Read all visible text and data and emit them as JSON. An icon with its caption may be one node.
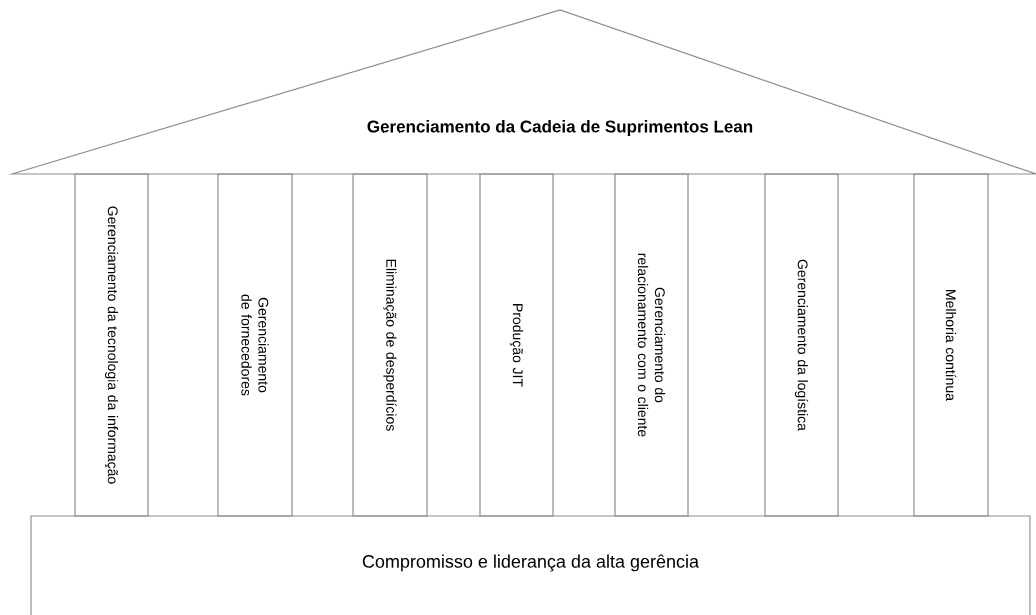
{
  "diagram": {
    "nodes": [
      {
        "text": [
          "Gerenciamento da Cadeia de Suprimentos Lean"
        ]
      },
      {
        "text": [
          "Gerenciamento da tecnologia da informação"
        ]
      },
      {
        "text": [
          "Gerenciamento de fornecedores"
        ]
      },
      {
        "text": [
          "Eliminação de desperdícios"
        ]
      },
      {
        "text": [
          "Produção JIT"
        ]
      },
      {
        "text": [
          "Gerenciamento do relacionamento com o cliente"
        ]
      },
      {
        "text": [
          "Gerenciamento da logística"
        ]
      },
      {
        "text": [
          "Melhoria contínua"
        ]
      },
      {
        "text": [
          "Compromisso e liderança da alta gerência"
        ]
      }
    ]
  }
}
